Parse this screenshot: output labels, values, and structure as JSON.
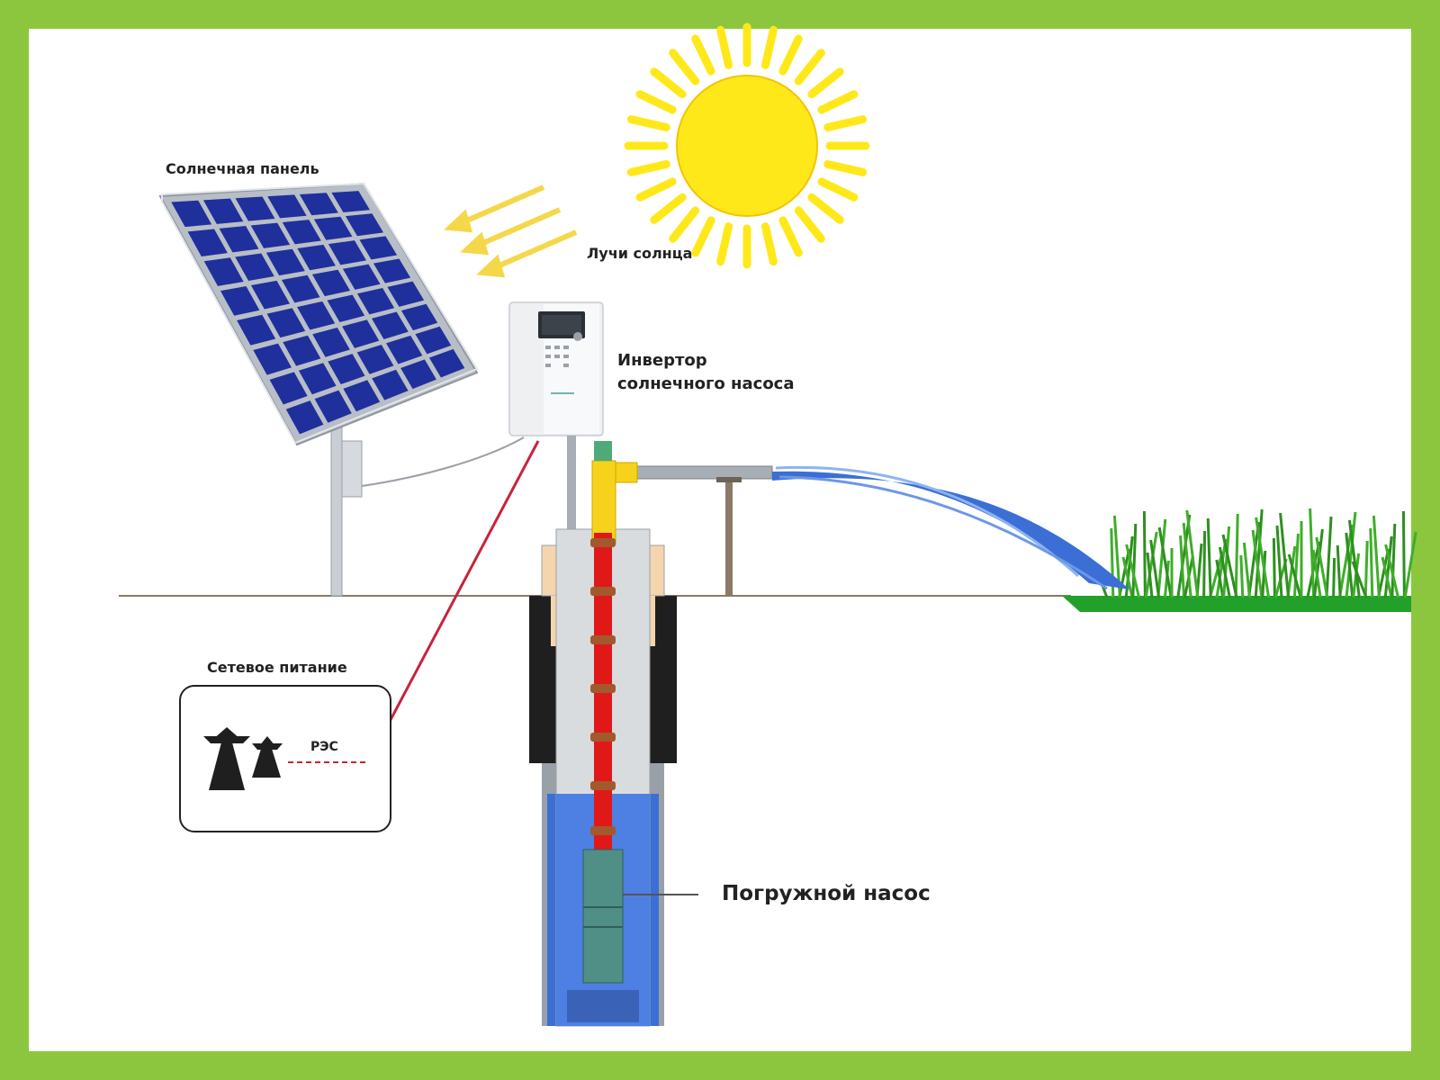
{
  "labels": {
    "solar_panel": "Солнечная панель",
    "sun_rays": "Лучи солнца",
    "inverter_line1": "Инвертор",
    "inverter_line2": "солнечного насоса",
    "grid_power": "Сетевое питание",
    "substation": "РЭС",
    "submersible_pump": "Погружной насос"
  },
  "colors": {
    "frame_green": "#8cc63f",
    "background": "#ffffff",
    "panel_cell": "#1f2f9c",
    "panel_frame": "#b8bec6",
    "sun": "#ffe81a",
    "sun_outline": "#f4c400",
    "water": "#3b6fd6",
    "riser_pipe": "#e01818",
    "pipe_yellow": "#f7d21c",
    "cable_red": "#c8233a",
    "grass": "#3fae2a",
    "pump_body": "#4f8f86",
    "soil_black": "#1f1f1f",
    "sand": "#f4d5ae"
  }
}
